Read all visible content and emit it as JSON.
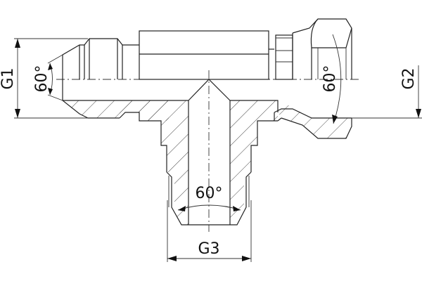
{
  "drawing": {
    "type": "technical-drawing",
    "subject": "Tee fitting with 60° cone ends, swivel nut on right branch",
    "dimensions": {
      "g1": {
        "label": "G1",
        "orientation": "vertical",
        "side": "left"
      },
      "g2": {
        "label": "G2",
        "orientation": "vertical",
        "side": "right"
      },
      "g3": {
        "label": "G3",
        "orientation": "horizontal",
        "side": "bottom"
      }
    },
    "angles": {
      "left_cone": "60°",
      "right_nut_cone": "60°",
      "bottom_cone": "60°"
    },
    "colors": {
      "line": "#222222",
      "background": "#ffffff"
    }
  }
}
